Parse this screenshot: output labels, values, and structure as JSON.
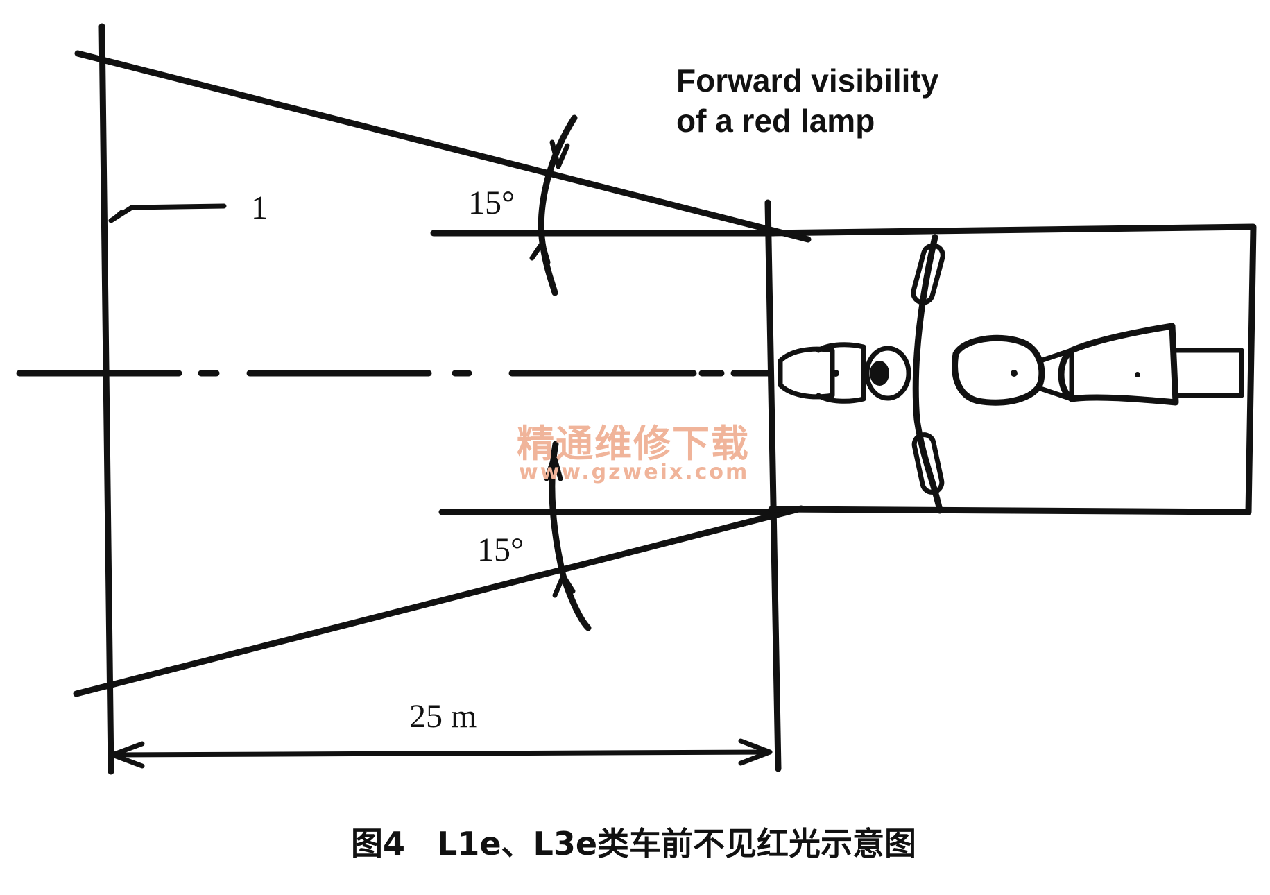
{
  "annotation": {
    "line1": "Forward visibility",
    "line2": "of a red lamp"
  },
  "callout_label": "1",
  "angle_upper": "15°",
  "angle_lower": "15°",
  "distance_label": "25 m",
  "watermark": {
    "chinese": "精通维修下载",
    "url": "www.gzweix.com"
  },
  "caption": "图4　L1e、L3e类车前不见红光示意图"
}
